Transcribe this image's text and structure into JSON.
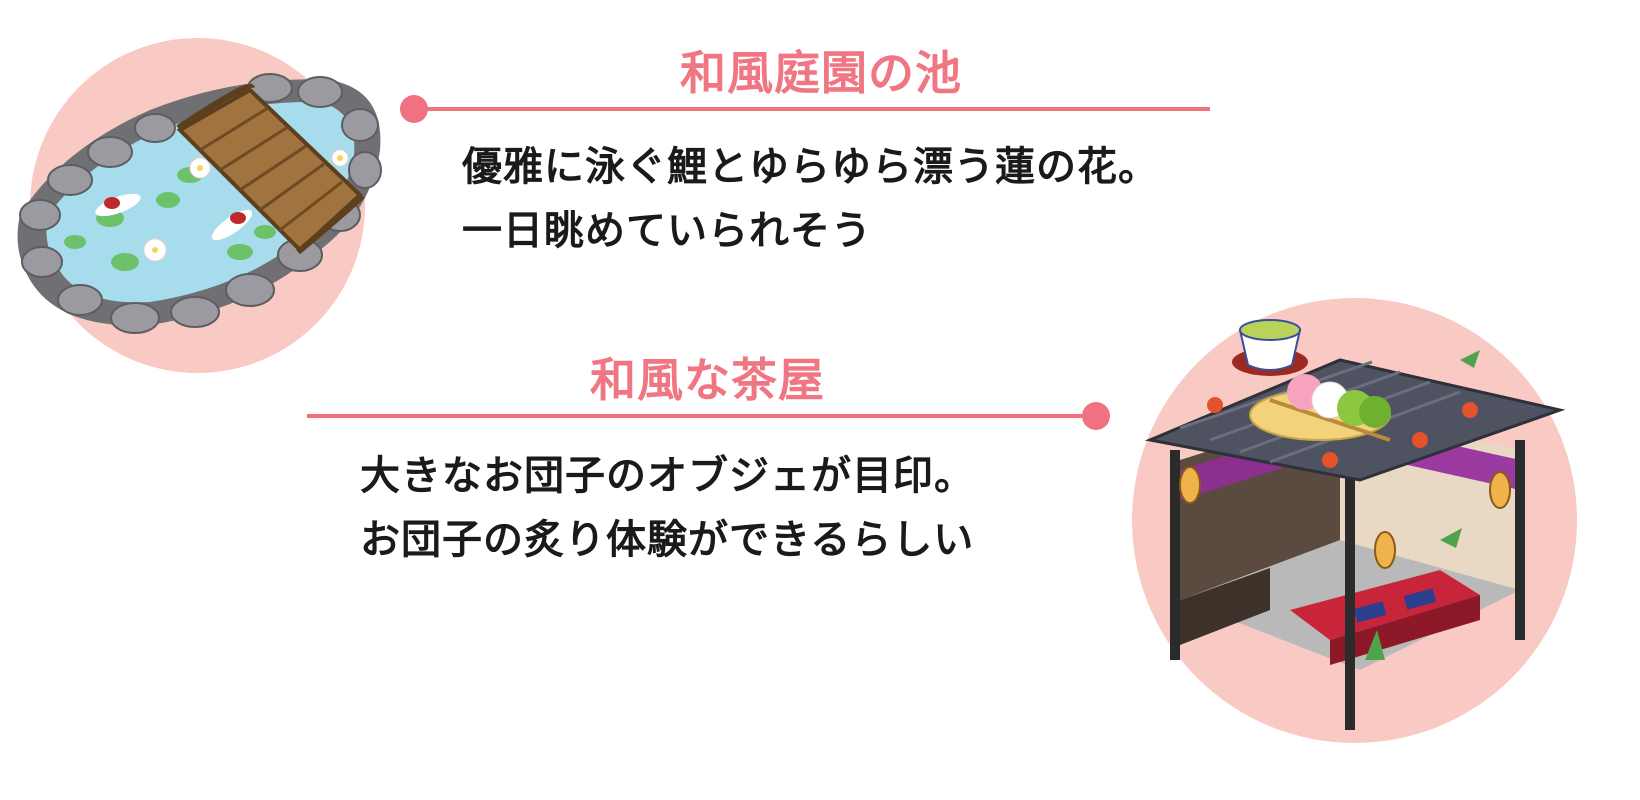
{
  "items": [
    {
      "title": "和風庭園の池",
      "lines": [
        "優雅に泳ぐ鯉とゆらゆら漂う蓮の花。",
        "一日眺めていられそう"
      ],
      "image": "japanese-garden-pond-illustration"
    },
    {
      "title": "和風な茶屋",
      "lines": [
        "大きなお団子のオブジェが目印。",
        "お団子の炙り体験ができるらしい"
      ],
      "image": "japanese-teahouse-illustration"
    }
  ],
  "colors": {
    "accent": "#f0717f",
    "heading": "#ef7682",
    "circle": "#f9c9c3",
    "text": "#1a1a1a"
  }
}
